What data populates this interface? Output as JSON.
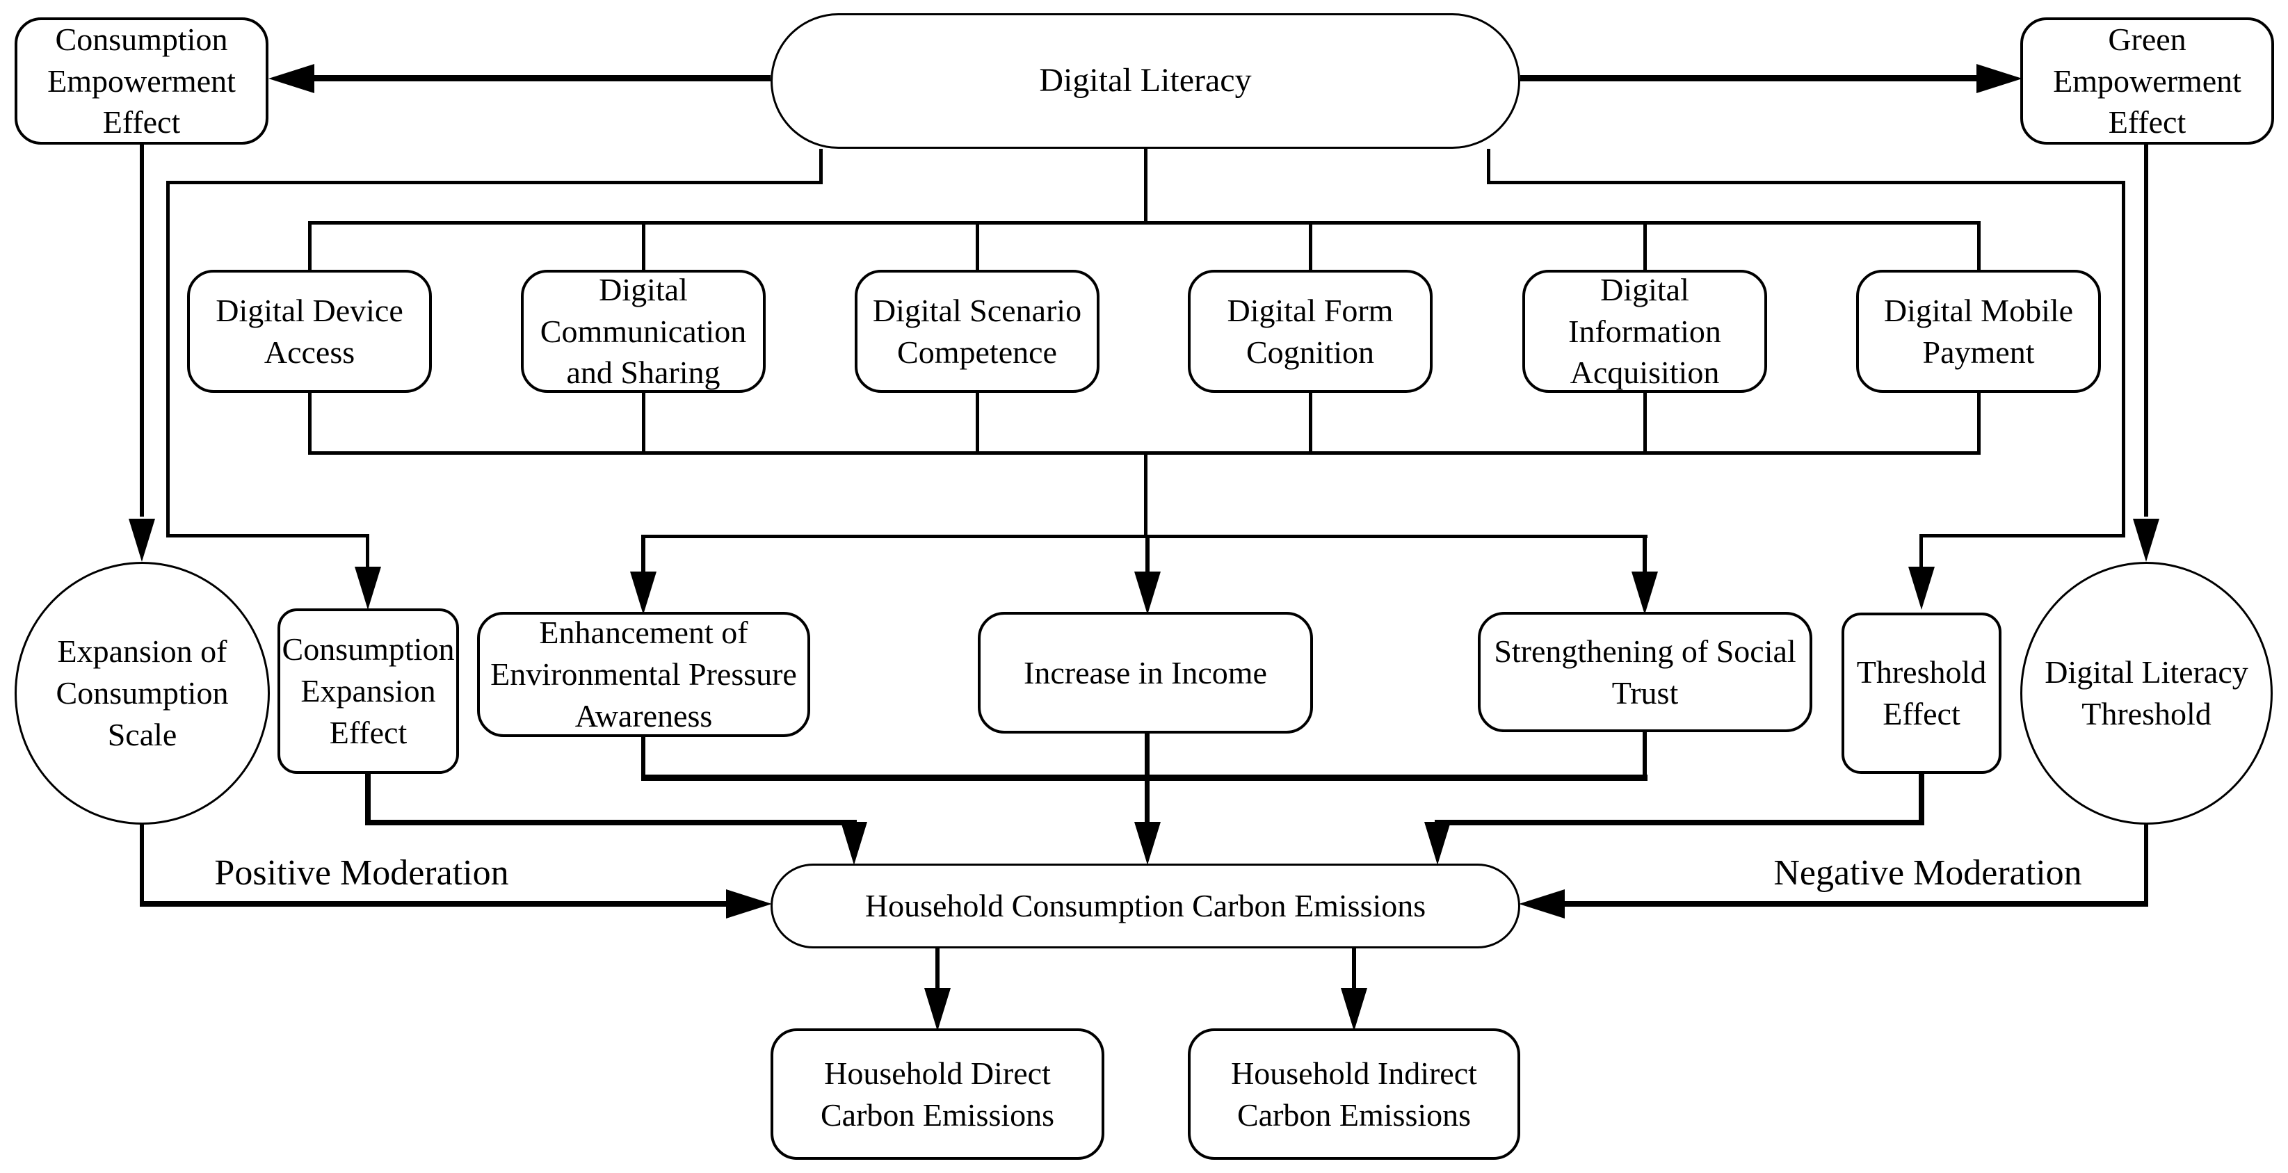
{
  "figure": {
    "background_color": "#ffffff",
    "line_color": "#000000",
    "type": "conceptual-framework-flow-diagram"
  },
  "nodes": {
    "digital_literacy": "Digital Literacy",
    "consumption_empowerment": "Consumption Empowerment Effect",
    "green_empowerment": "Green Empowerment Effect",
    "device_access": "Digital Device Access",
    "communication_sharing": "Digital Communication and Sharing",
    "scenario_competence": "Digital Scenario Competence",
    "form_cognition": "Digital Form Cognition",
    "information_acquisition": "Digital Information Acquisition",
    "mobile_payment": "Digital Mobile Payment",
    "expansion_scale": "Expansion of Consumption Scale",
    "consumption_expansion": "Consumption Expansion Effect",
    "env_pressure": "Enhancement of Environmental Pressure Awareness",
    "income": "Increase in Income",
    "social_trust": "Strengthening of Social Trust",
    "threshold_effect": "Threshold Effect",
    "literacy_threshold": "Digital Literacy Threshold",
    "household_emissions": "Household Consumption Carbon Emissions",
    "direct_emissions": "Household Direct Carbon Emissions",
    "indirect_emissions": "Household Indirect Carbon Emissions"
  },
  "annotations": {
    "positive_moderation": "Positive Moderation",
    "negative_moderation": "Negative Moderation"
  }
}
